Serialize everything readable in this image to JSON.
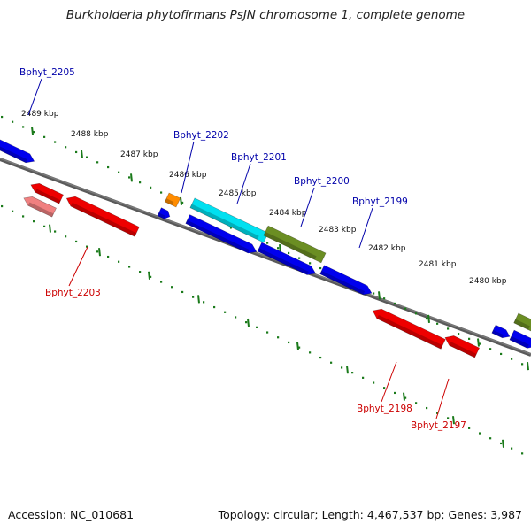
{
  "title": "Burkholderia phytofirmans PsJN chromosome 1, complete genome",
  "footer": {
    "accession": "Accession: NC_010681",
    "summary": "Topology: circular; Length: 4,467,537 bp; Genes: 3,987"
  },
  "colors": {
    "backbone": "#7d7d7d",
    "tick": "#1a7a1a",
    "label_forward": "#0000aa",
    "label_reverse": "#cc0000",
    "gene_blue": "#0000ee",
    "gene_red": "#ee0000",
    "gene_light_red": "#f08080",
    "gene_cyan": "#00e0f0",
    "gene_olive": "#6b8e23",
    "gene_orange": "#ff8c00"
  },
  "scale_labels": [
    "2489 kbp",
    "2488 kbp",
    "2487 kbp",
    "2486 kbp",
    "2485 kbp",
    "2484 kbp",
    "2483 kbp",
    "2482 kbp",
    "2481 kbp",
    "2480 kbp"
  ],
  "gene_labels": [
    {
      "text": "Bphyt_2205",
      "strand": "forward"
    },
    {
      "text": "Bphyt_2202",
      "strand": "forward"
    },
    {
      "text": "Bphyt_2201",
      "strand": "forward"
    },
    {
      "text": "Bphyt_2200",
      "strand": "forward"
    },
    {
      "text": "Bphyt_2199",
      "strand": "forward"
    },
    {
      "text": "Bphyt_2203",
      "strand": "reverse"
    },
    {
      "text": "Bphyt_2198",
      "strand": "reverse"
    },
    {
      "text": "Bphyt_2197",
      "strand": "reverse"
    }
  ]
}
